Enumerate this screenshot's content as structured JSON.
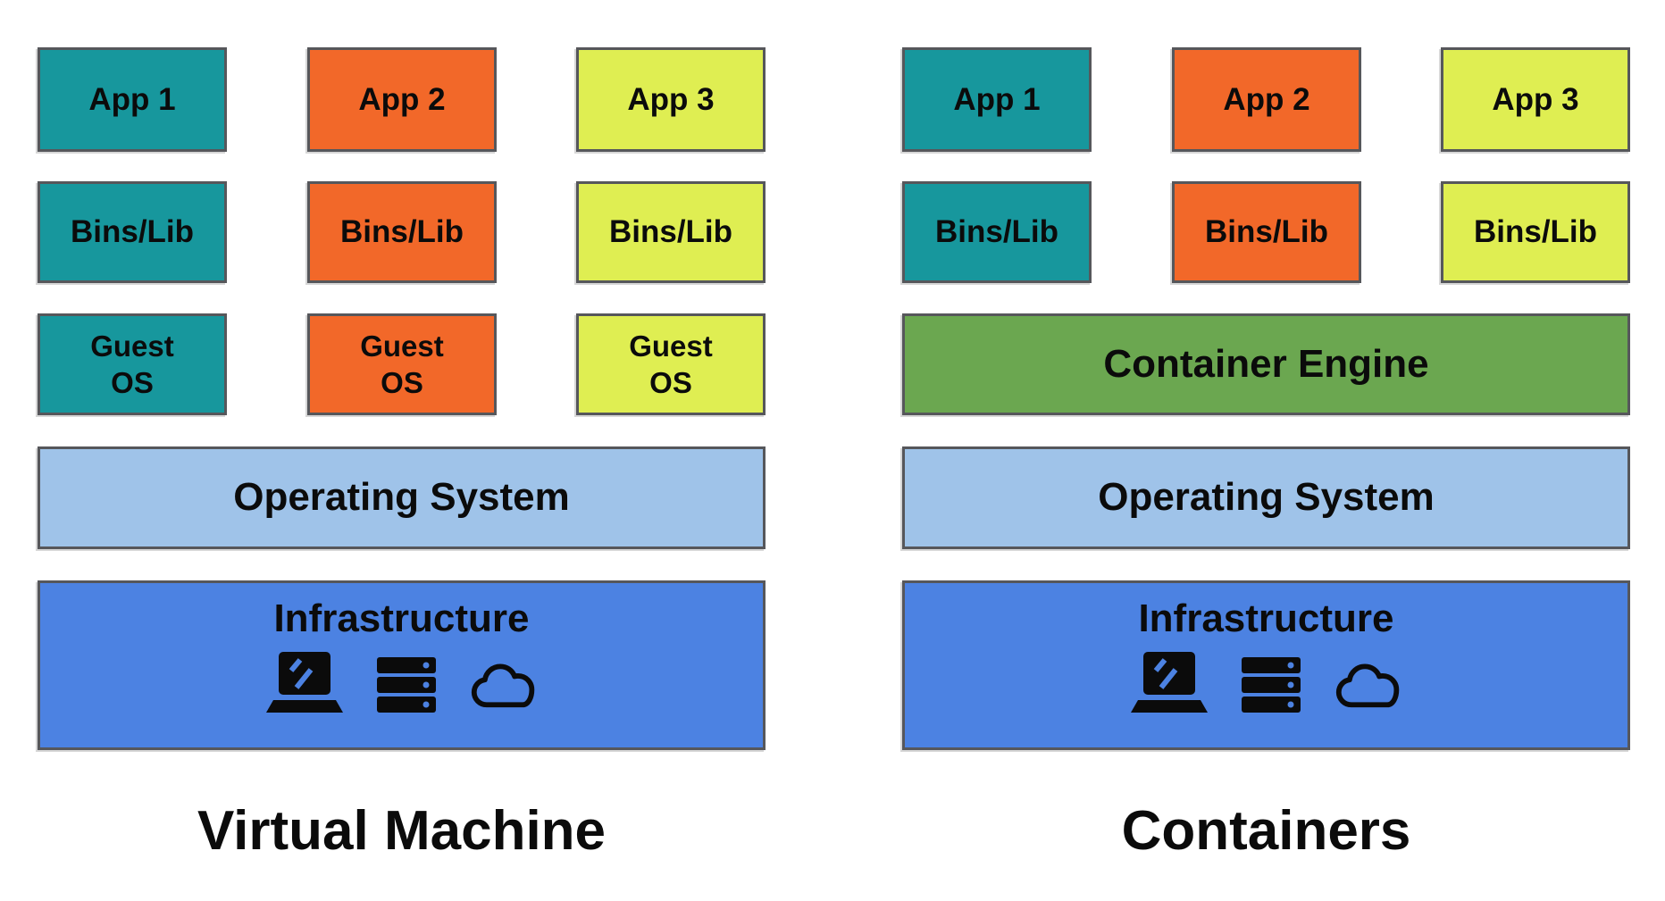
{
  "diagram": {
    "left": {
      "title": "Virtual Machine",
      "apps": [
        "App 1",
        "App 2",
        "App 3"
      ],
      "bins": [
        "Bins/Lib",
        "Bins/Lib",
        "Bins/Lib"
      ],
      "guest_os": [
        "Guest\nOS",
        "Guest\nOS",
        "Guest\nOS"
      ],
      "os": "Operating System",
      "infrastructure": "Infrastructure"
    },
    "right": {
      "title": "Containers",
      "apps": [
        "App 1",
        "App 2",
        "App 3"
      ],
      "bins": [
        "Bins/Lib",
        "Bins/Lib",
        "Bins/Lib"
      ],
      "engine": "Container Engine",
      "os": "Operating System",
      "infrastructure": "Infrastructure"
    },
    "icons": [
      "laptop-icon",
      "server-rack-icon",
      "cloud-icon"
    ],
    "colors": {
      "teal": "#17979D",
      "orange": "#F26829",
      "lime": "#DFEE52",
      "green": "#6BA750",
      "light_blue": "#9FC3E9",
      "blue": "#4C82E2",
      "border": "#56575B",
      "text": "#0B0B0B"
    }
  }
}
